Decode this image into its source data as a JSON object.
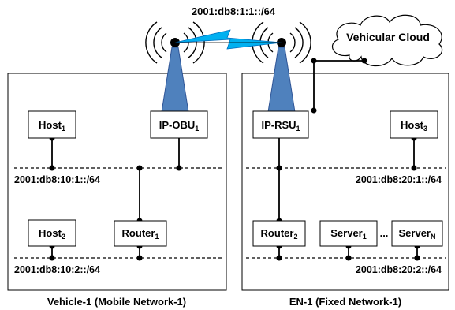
{
  "top_prefix": "2001:db8:1:1::/64",
  "cloud": {
    "label": "Vehicular Cloud"
  },
  "vehicle": {
    "caption": "Vehicle-1 (Mobile Network-1)",
    "host1": {
      "name": "Host",
      "sub": "1"
    },
    "obu": {
      "name": "IP-OBU",
      "sub": "1"
    },
    "host2": {
      "name": "Host",
      "sub": "2"
    },
    "router": {
      "name": "Router",
      "sub": "1"
    },
    "prefix_upper": "2001:db8:10:1::/64",
    "prefix_lower": "2001:db8:10:2::/64"
  },
  "en": {
    "caption": "EN-1 (Fixed Network-1)",
    "rsu": {
      "name": "IP-RSU",
      "sub": "1"
    },
    "host3": {
      "name": "Host",
      "sub": "3"
    },
    "router": {
      "name": "Router",
      "sub": "2"
    },
    "server1": {
      "name": "Server",
      "sub": "1"
    },
    "ellipsis": "...",
    "serverN": {
      "name": "Server",
      "sub": "N"
    },
    "prefix_upper": "2001:db8:20:1::/64",
    "prefix_lower": "2001:db8:20:2::/64"
  },
  "colors": {
    "antenna": "#4f81bd",
    "wireless": "#00b0f0"
  }
}
